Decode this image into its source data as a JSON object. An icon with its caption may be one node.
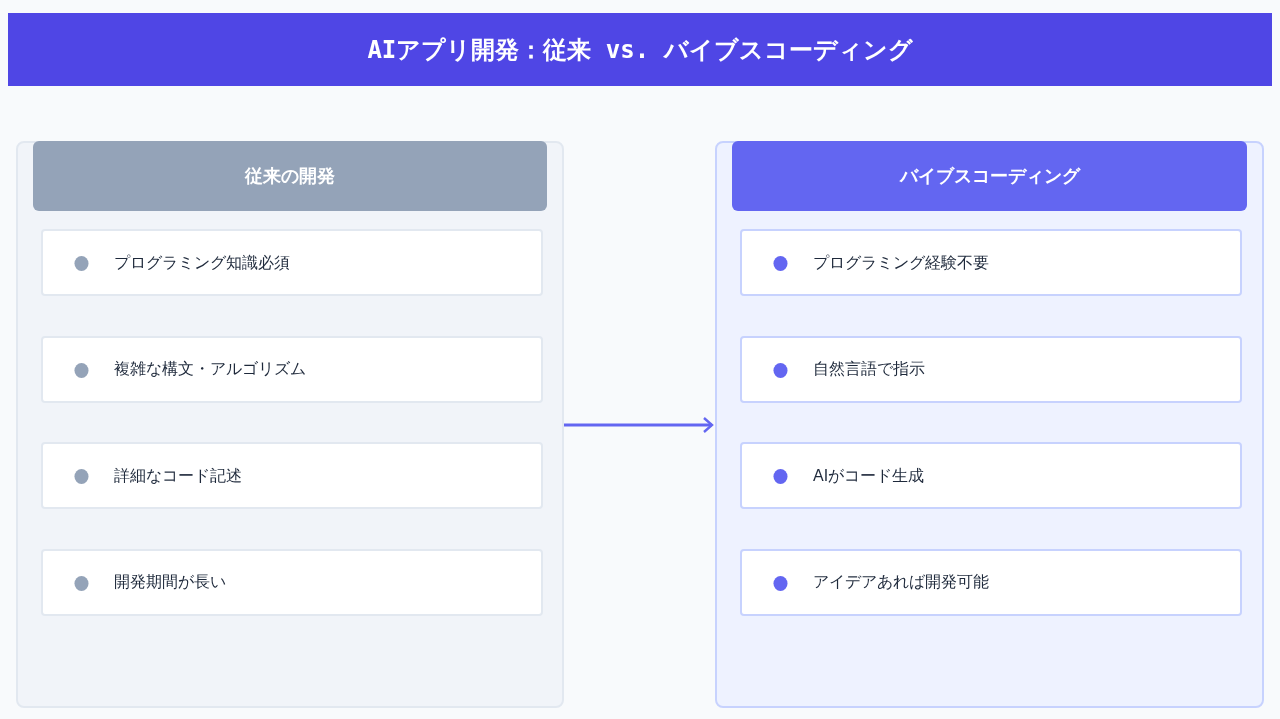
{
  "diagram": {
    "title": "AIアプリ開発：従来 vs. バイブスコーディング",
    "nodes": [
      {
        "text": [
          "従来の開発"
        ]
      },
      {
        "text": [
          "プログラミング知識必須"
        ],
        "in": 0
      },
      {
        "text": [
          "複雑な構文・アルゴリズム"
        ],
        "in": 0
      },
      {
        "text": [
          "詳細なコード記述"
        ],
        "in": 0
      },
      {
        "text": [
          "開発期間が長い"
        ],
        "in": 0
      },
      {
        "text": [
          "バイブスコーディング"
        ]
      },
      {
        "text": [
          "プログラミング経験不要"
        ],
        "in": 5
      },
      {
        "text": [
          "自然言語で指示"
        ],
        "in": 5
      },
      {
        "text": [
          "AIがコード生成"
        ],
        "in": 5
      },
      {
        "text": [
          "アイデアあれば開発可能"
        ],
        "in": 5
      }
    ],
    "edges": [
      {
        "from": 0,
        "to": 5,
        "arrow": "to"
      }
    ]
  }
}
